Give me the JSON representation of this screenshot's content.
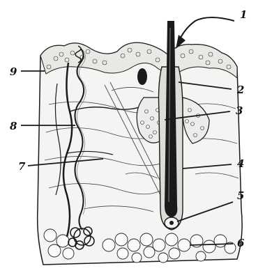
{
  "labels": {
    "l1": "1",
    "l2": "2",
    "l3": "3",
    "l4": "4",
    "l5": "5",
    "l6": "6",
    "l7": "7",
    "l8": "8",
    "l9": "9"
  },
  "colors": {
    "ink": "#1a1a1a",
    "paper": "#ffffff",
    "tissue": "#f4f4f2"
  }
}
